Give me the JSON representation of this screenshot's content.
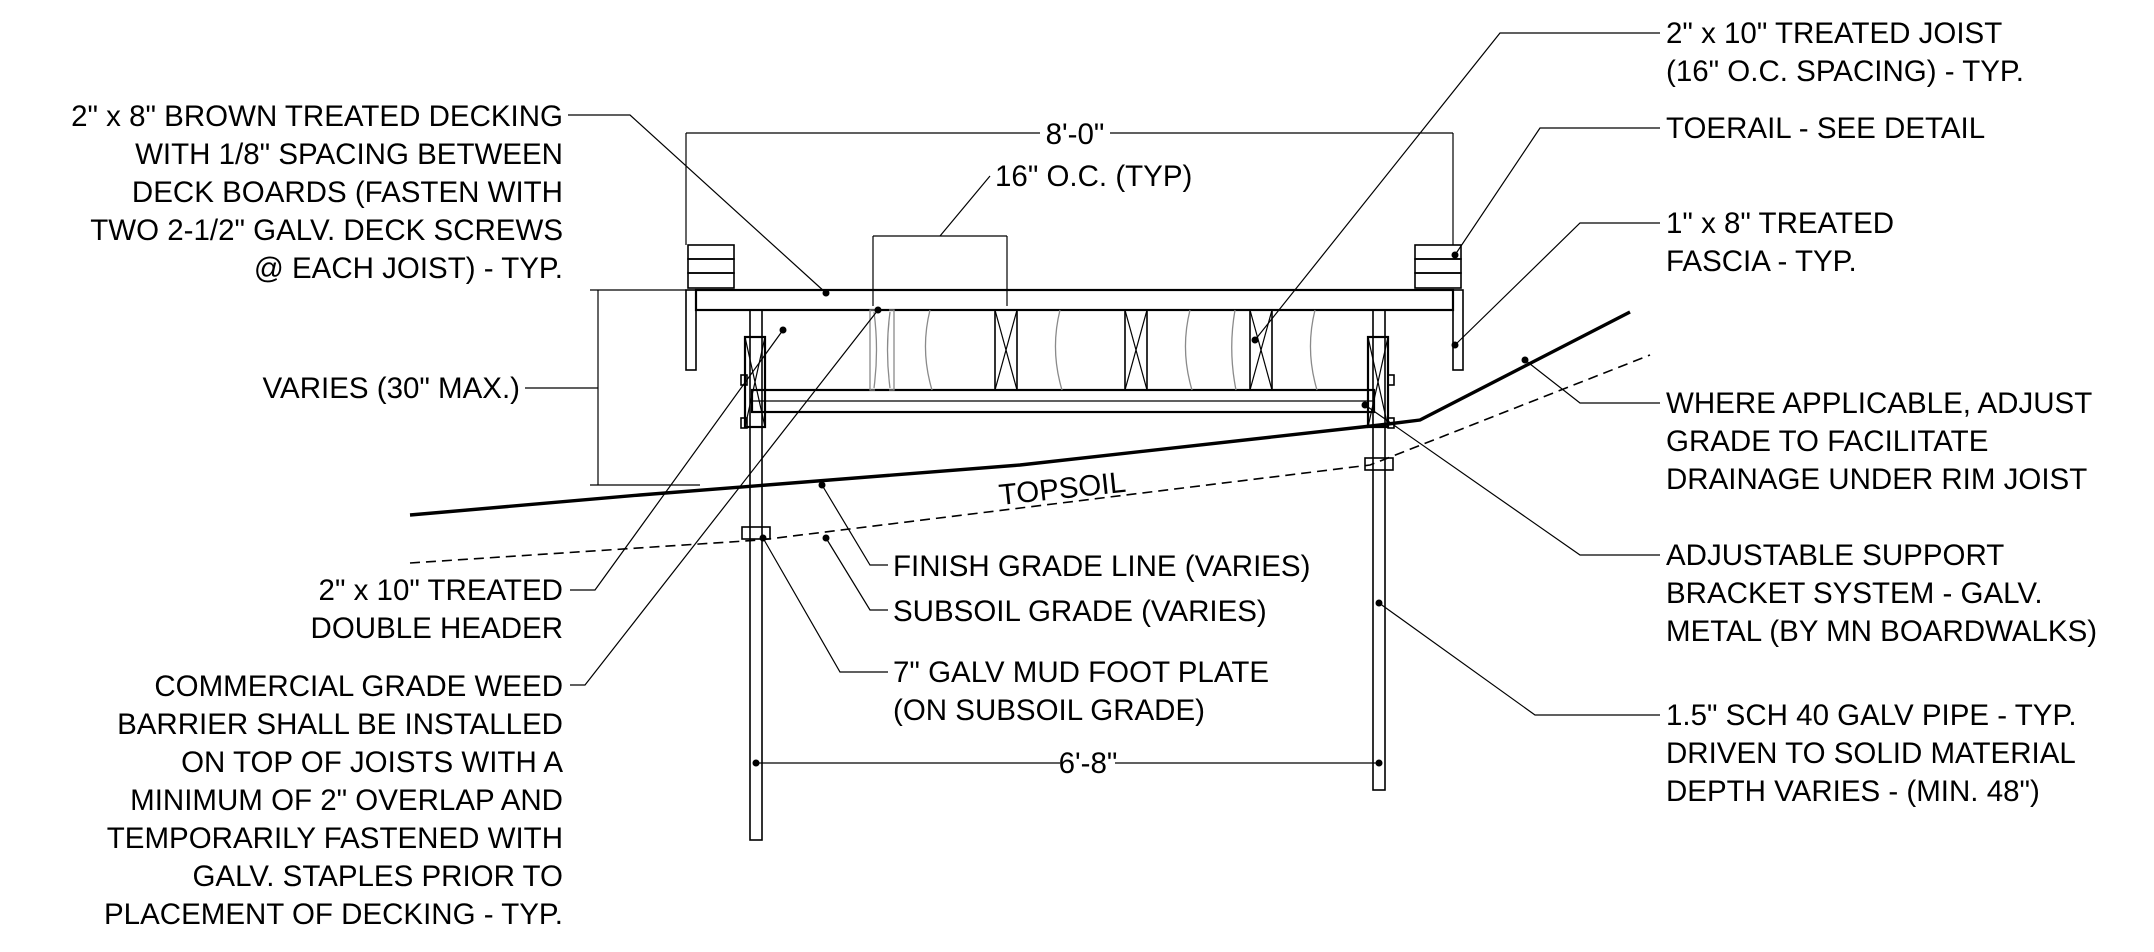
{
  "labels": {
    "decking": [
      "2\" x 8\" BROWN TREATED DECKING",
      "WITH 1/8\" SPACING BETWEEN",
      "DECK BOARDS (FASTEN WITH",
      "TWO 2-1/2\" GALV. DECK SCREWS",
      "@ EACH JOIST) - TYP."
    ],
    "varies": "VARIES (30\" MAX.)",
    "double_header": [
      "2\" x 10\" TREATED",
      "DOUBLE HEADER"
    ],
    "weed_barrier": [
      "COMMERCIAL GRADE WEED",
      "BARRIER SHALL BE INSTALLED",
      "ON TOP OF JOISTS WITH A",
      "MINIMUM OF 2\" OVERLAP AND",
      "TEMPORARILY FASTENED WITH",
      "GALV. STAPLES PRIOR TO",
      "PLACEMENT OF DECKING - TYP."
    ],
    "joist": [
      "2\" x 10\" TREATED JOIST",
      "(16\" O.C. SPACING)  - TYP."
    ],
    "toerail": "TOERAIL - SEE DETAIL",
    "fascia": [
      "1\" x 8\" TREATED",
      "FASCIA - TYP."
    ],
    "grade_adjust": [
      "WHERE APPLICABLE, ADJUST",
      "GRADE TO FACILITATE",
      "DRAINAGE UNDER RIM JOIST"
    ],
    "bracket": [
      "ADJUSTABLE SUPPORT",
      "BRACKET SYSTEM - GALV.",
      "METAL (BY MN BOARDWALKS)"
    ],
    "pipe": [
      "1.5\" SCH 40 GALV PIPE - TYP.",
      "DRIVEN TO SOLID MATERIAL",
      "DEPTH VARIES - (MIN. 48\")"
    ],
    "finish_grade": "FINISH GRADE LINE (VARIES)",
    "subsoil_grade": "SUBSOIL GRADE (VARIES)",
    "foot_plate": [
      "7\" GALV MUD FOOT PLATE",
      "(ON SUBSOIL GRADE)"
    ],
    "topsoil": "TOPSOIL"
  },
  "dimensions": {
    "overall_width": "8'-0\"",
    "joist_spacing": "16\" O.C. (TYP)",
    "pipe_spacing": "6'-8\""
  }
}
